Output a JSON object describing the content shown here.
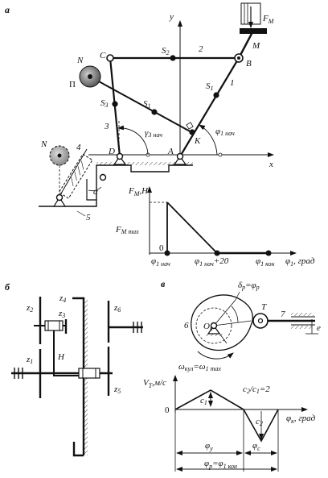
{
  "panel_a": {
    "label": "а",
    "axis_x": "x",
    "axis_y": "y",
    "pt_C": "C",
    "pt_B": "B",
    "pt_M": "M",
    "pt_D": "D",
    "pt_A": "A",
    "pt_K": "K",
    "pt_N1": "N",
    "pt_N2": "N",
    "pt_P": "П",
    "s2": "S",
    "s2_sub": "2",
    "s1": "S",
    "s1_sub": "1",
    "s1p": "S",
    "s1p_sub": "1",
    "s3": "S",
    "s3_sub": "3",
    "link1": "1",
    "link2": "2",
    "link3": "3",
    "link4": "4",
    "link5": "5",
    "force": "F",
    "force_sub": "M",
    "gamma": "γ",
    "gamma_sub": "3 нач",
    "phi": "φ",
    "phi_sub": "1 нач",
    "alpha": "α",
    "graph_y": "F",
    "graph_y_sub": "M",
    "graph_y_unit": ",H",
    "fmax": "F",
    "fmax_sub": "M max",
    "zero": "0",
    "tick1": "φ",
    "tick1_sub": "1 нач",
    "tick2": "φ",
    "tick2_sub": "1 нач",
    "tick2_suffix": "+20",
    "tick3": "φ",
    "tick3_sub": "1 кон",
    "graph_x": "φ",
    "graph_x_sub": "1",
    "graph_x_unit": ", град"
  },
  "panel_b": {
    "label": "б",
    "z1": "z",
    "z1_sub": "1",
    "z2": "z",
    "z2_sub": "2",
    "z3": "z",
    "z3_sub": "3",
    "z4": "z",
    "z4_sub": "4",
    "z5": "z",
    "z5_sub": "5",
    "z6": "z",
    "z6_sub": "6",
    "carrier": "H"
  },
  "panel_v": {
    "label": "в",
    "delta": "δ",
    "delta_sub": "p",
    "delta_eq": "=φ",
    "delta_eq_sub": "p",
    "ok": "O",
    "ok_sub": "к",
    "T": "T",
    "n6": "6",
    "n7": "7",
    "e": "e",
    "omega": "ω",
    "omega_sub": "кул",
    "omega_eq": "=ω",
    "omega_eq_sub": "1 max",
    "vt": "V",
    "vt_sub": "T",
    "vt_unit": ",м/с",
    "ratio": "c",
    "ratio_sub2": "2",
    "ratio_mid": "/c",
    "ratio_sub1": "1",
    "ratio_val": "=2",
    "c1": "c",
    "c1_sub": "1",
    "c2": "c",
    "c2_sub": "2",
    "zero": "0",
    "phik": "φ",
    "phik_sub": "к",
    "phik_unit": ", град",
    "phiy": "φ",
    "phiy_sub": "у",
    "phic": "φ",
    "phic_sub": "с",
    "phip": "φ",
    "phip_sub": "р",
    "phip_eq": "=φ",
    "phip_eq_sub": "1 кон"
  }
}
